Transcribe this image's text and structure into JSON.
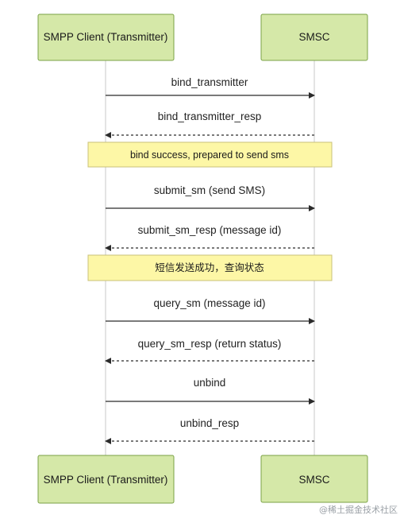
{
  "actors": {
    "client": "SMPP Client (Transmitter)",
    "smsc": "SMSC"
  },
  "messages": [
    {
      "label": "bind_transmitter",
      "direction": "to_smsc",
      "style": "solid"
    },
    {
      "label": "bind_transmitter_resp",
      "direction": "to_client",
      "style": "dashed"
    },
    {
      "label": "submit_sm (send SMS)",
      "direction": "to_smsc",
      "style": "solid"
    },
    {
      "label": "submit_sm_resp (message id)",
      "direction": "to_client",
      "style": "dashed"
    },
    {
      "label": "query_sm (message id)",
      "direction": "to_smsc",
      "style": "solid"
    },
    {
      "label": "query_sm_resp (return status)",
      "direction": "to_client",
      "style": "dashed"
    },
    {
      "label": "unbind",
      "direction": "to_smsc",
      "style": "solid"
    },
    {
      "label": "unbind_resp",
      "direction": "to_client",
      "style": "dashed"
    }
  ],
  "notes": [
    {
      "label": "bind success, prepared to send sms"
    },
    {
      "label": "短信发送成功，查询状态"
    }
  ],
  "watermark": "@稀土掘金技术社区",
  "colors": {
    "actor_fill": "#d5e8a8",
    "actor_border": "#7aa246",
    "note_fill": "#fdf7a6",
    "note_border": "#c9c07a"
  }
}
